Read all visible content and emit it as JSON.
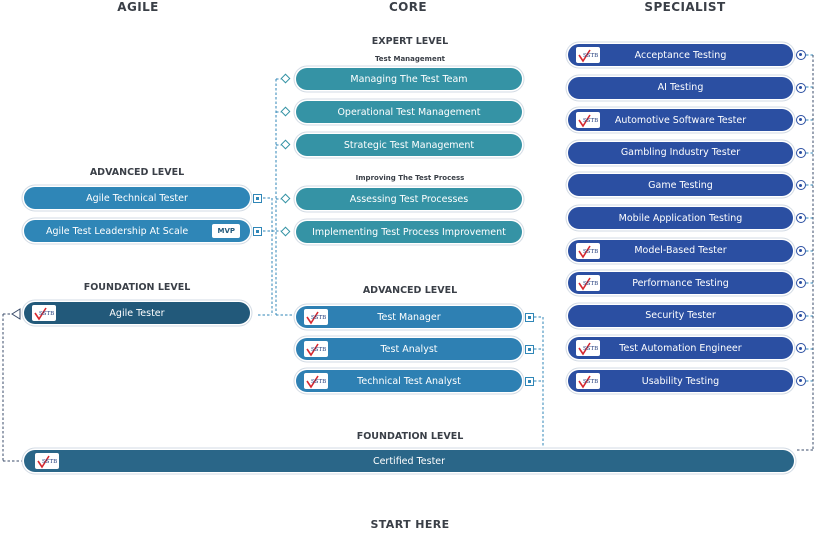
{
  "columns": {
    "agile": "AGILE",
    "core": "CORE",
    "specialist": "SPECIALIST"
  },
  "core": {
    "expert_level": "EXPERT LEVEL",
    "test_management": "Test Management",
    "expert_items": [
      "Managing The Test Team",
      "Operational Test Management",
      "Strategic Test Management"
    ],
    "improving": "Improving The Test Process",
    "improving_items": [
      "Assessing Test Processes",
      "Implementing Test Process Improvement"
    ],
    "advanced_level": "ADVANCED LEVEL",
    "advanced_items": [
      "Test Manager",
      "Test Analyst",
      "Technical Test Analyst"
    ]
  },
  "agile": {
    "advanced_level": "ADVANCED LEVEL",
    "advanced_items": [
      "Agile Technical Tester",
      "Agile Test Leadership At Scale"
    ],
    "mvp_badge": "MVP",
    "foundation_level": "FOUNDATION LEVEL",
    "foundation_item": "Agile Tester"
  },
  "specialist": {
    "items": [
      "Acceptance Testing",
      "AI Testing",
      "Automotive Software Tester",
      "Gambling Industry Tester",
      "Game Testing",
      "Mobile Application Testing",
      "Model-Based Tester",
      "Performance Testing",
      "Security Tester",
      "Test Automation Engineer",
      "Usability Testing"
    ],
    "has_logo": [
      true,
      false,
      true,
      false,
      false,
      false,
      true,
      true,
      false,
      true,
      true
    ]
  },
  "foundation": {
    "title": "FOUNDATION LEVEL",
    "item": "Certified Tester"
  },
  "logo_text": "SSTB",
  "start_here": "START HERE",
  "colors": {
    "agile": "#2f86b7",
    "teal": "#3593a5",
    "specialist": "#2b4fa2",
    "foundation": "#2a6688",
    "connector": "#2f86b7"
  }
}
